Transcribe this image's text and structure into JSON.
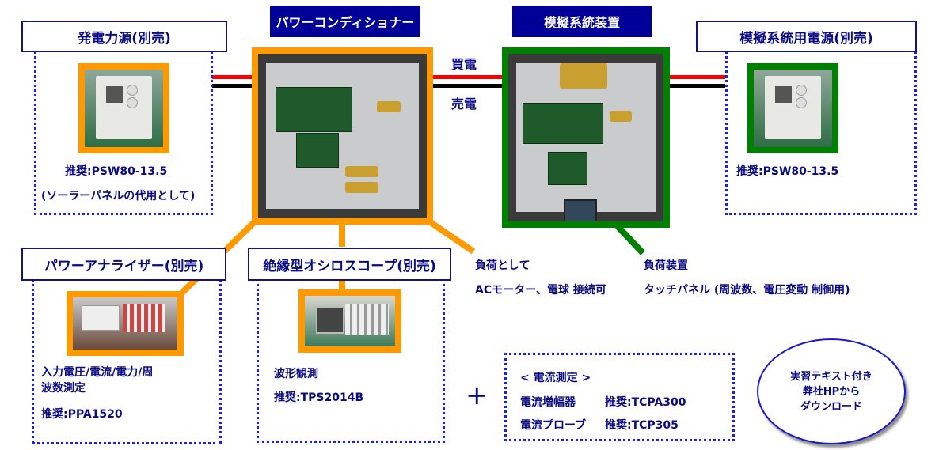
{
  "banners": {
    "power_conditioner": "パワーコンディショナー",
    "grid_simulator": "模擬系統装置"
  },
  "wire_labels": {
    "buy": "買電",
    "sell": "売電"
  },
  "power_source": {
    "title": "発電力源(別売)",
    "recommend": "推奨:PSW80-13.5",
    "note": "(ソーラーパネルの代用として)",
    "photo": "dc-power-supply-photo"
  },
  "grid_power_source": {
    "title": "模擬系統用電源(別売)",
    "recommend": "推奨:PSW80-13.5",
    "photo": "dc-power-supply-photo"
  },
  "power_analyzer": {
    "title": "パワーアナライザー(別売)",
    "desc_line1": "入力電圧/電流/電力/周",
    "desc_line2": "波数測定",
    "recommend": "推奨:PPA1520"
  },
  "oscilloscope": {
    "title": "絶縁型オシロスコープ(別売)",
    "desc": "波形観測",
    "recommend": "推奨:TPS2014B"
  },
  "load_note": {
    "title": "負荷として",
    "desc": "ACモーター、電球 接続可"
  },
  "load_device": {
    "title": "負荷装置",
    "desc": "タッチパネル (周波数、電圧変動 制御用)"
  },
  "plus_sign": "+",
  "current_measurement": {
    "title": "< 電流測定 >",
    "rows": [
      {
        "item": "電流増幅器",
        "recommend": "推奨:TCPA300"
      },
      {
        "item": "電流プローブ",
        "recommend": "推奨:TCP305"
      }
    ]
  },
  "download_badge": {
    "line1": "実習テキスト付き",
    "line2": "弊社HPから",
    "line3": "ダウンロード"
  },
  "colors": {
    "accent_orange": "#ff9900",
    "accent_green": "#008000",
    "banner_blue": "#000099",
    "text_navy": "#0a0a80",
    "wire_red": "#ff0000",
    "wire_black": "#000000"
  }
}
